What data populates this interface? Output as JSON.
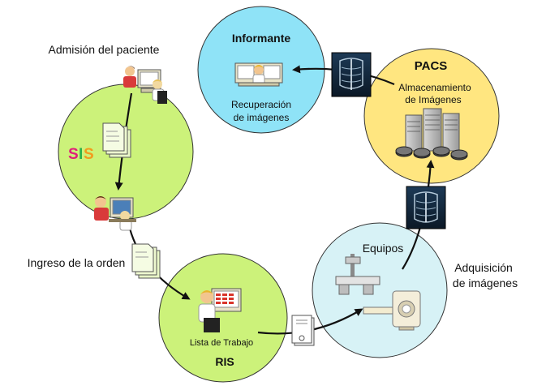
{
  "labels": {
    "patient_admission": "Admisión del paciente",
    "sis": "SIS",
    "order_entry": "Ingreso de la orden",
    "worklist": "Lista de Trabajo",
    "ris": "RIS",
    "equipment": "Equipos",
    "acquisition_line1": "Adquisición",
    "acquisition_line2": "de imágenes",
    "pacs": "PACS",
    "storage_line1": "Almacenamiento",
    "storage_line2": "de Imágenes",
    "reporter": "Informante",
    "retrieval_line1": "Recuperación",
    "retrieval_line2": "de imágenes"
  },
  "colors": {
    "sis_circle": "#ccf27a",
    "ris_circle": "#ccf27a",
    "acquisition_circle": "#d7f2f6",
    "pacs_circle": "#ffe680",
    "reporter_circle": "#8fe3f7",
    "sis_letter_s1": "#e0207a",
    "sis_letter_i": "#2bb24c",
    "sis_letter_s2": "#f29b1d"
  },
  "icons": [
    "user-at-computer-icon",
    "document-stack-icon",
    "xray-film-icon",
    "server-rack-icon",
    "xray-machine-icon",
    "ct-scanner-icon",
    "storage-disk-icon"
  ]
}
